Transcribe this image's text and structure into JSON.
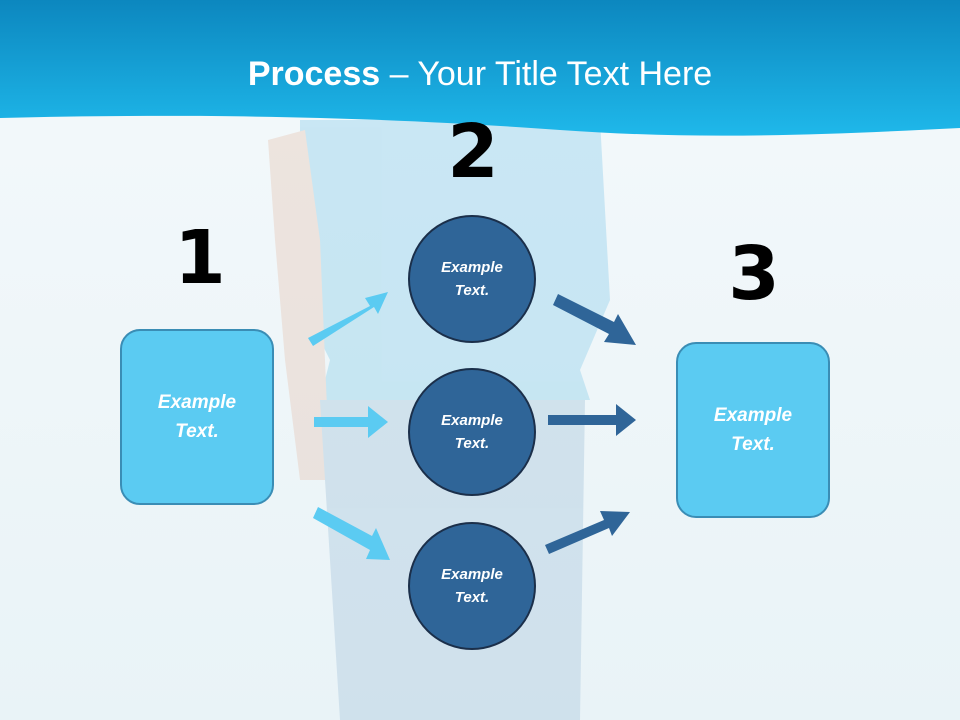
{
  "slide": {
    "title_bold": "Process",
    "title_rest": " – Your Title Text Here"
  },
  "steps": {
    "one": {
      "number": "1",
      "text": "Example Text."
    },
    "two": {
      "number": "2",
      "circles": [
        "Example Text.",
        "Example Text.",
        "Example Text."
      ]
    },
    "three": {
      "number": "3",
      "text": "Example Text."
    }
  },
  "colors": {
    "header": "#1aa7dc",
    "light_box": "#5bcbf2",
    "circle": "#2f6598",
    "light_arrow": "#5bcbf2",
    "dark_arrow": "#2f6598"
  }
}
